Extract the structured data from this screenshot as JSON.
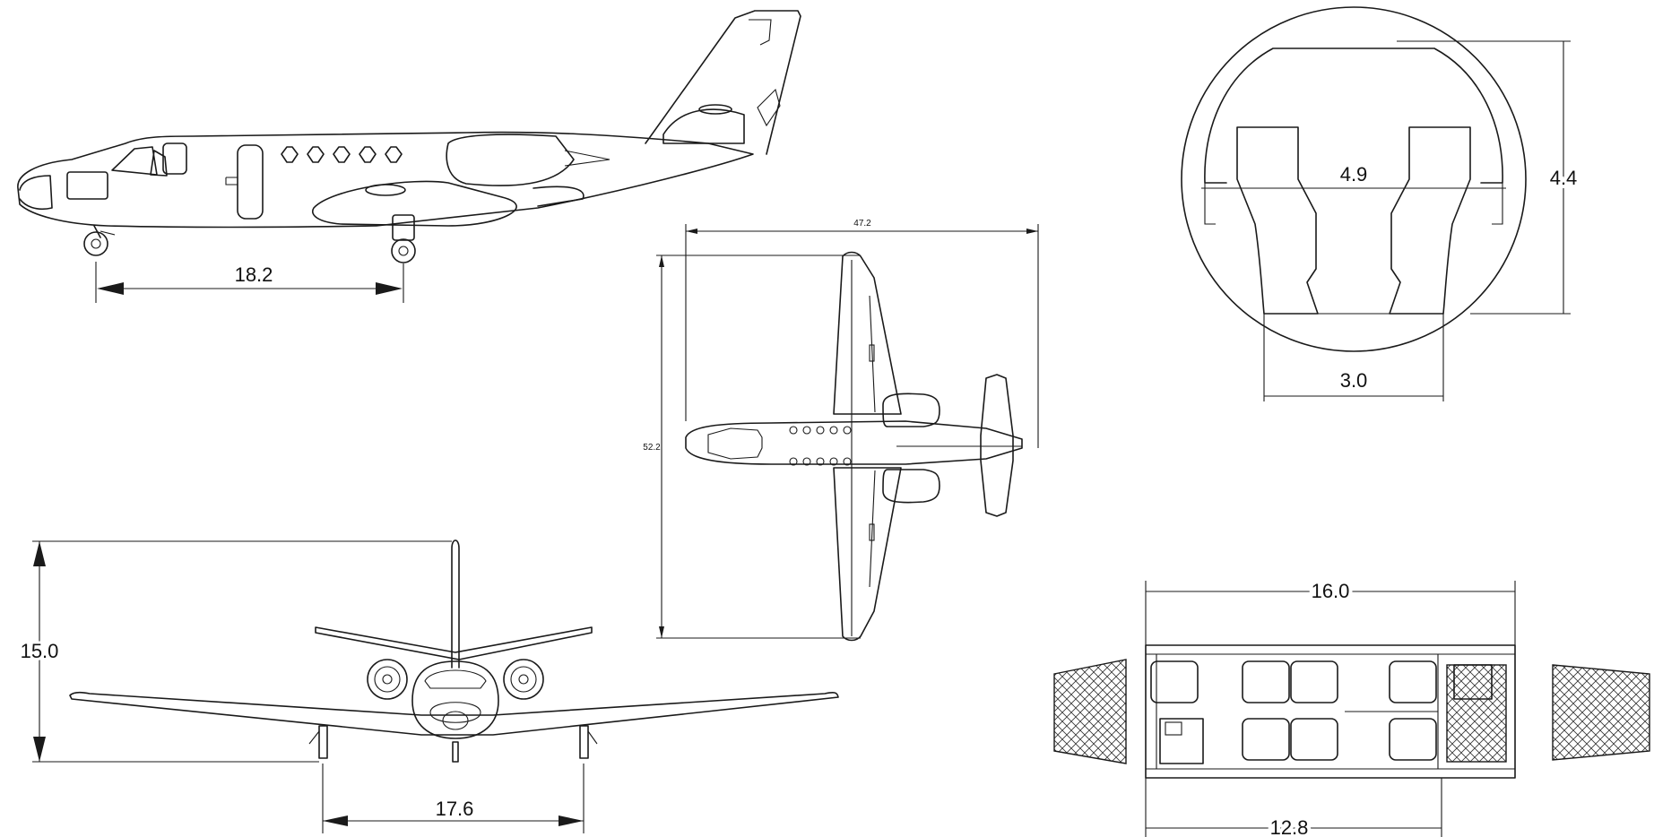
{
  "dimensions": {
    "wheelbase": "18.2",
    "wingspan": "47.2",
    "length": "52.2",
    "height": "15.0",
    "track": "17.6",
    "cabin_width": "4.9",
    "cabin_height": "4.4",
    "floor_width": "3.0",
    "cabin_length": "16.0",
    "seating_length": "12.8"
  }
}
